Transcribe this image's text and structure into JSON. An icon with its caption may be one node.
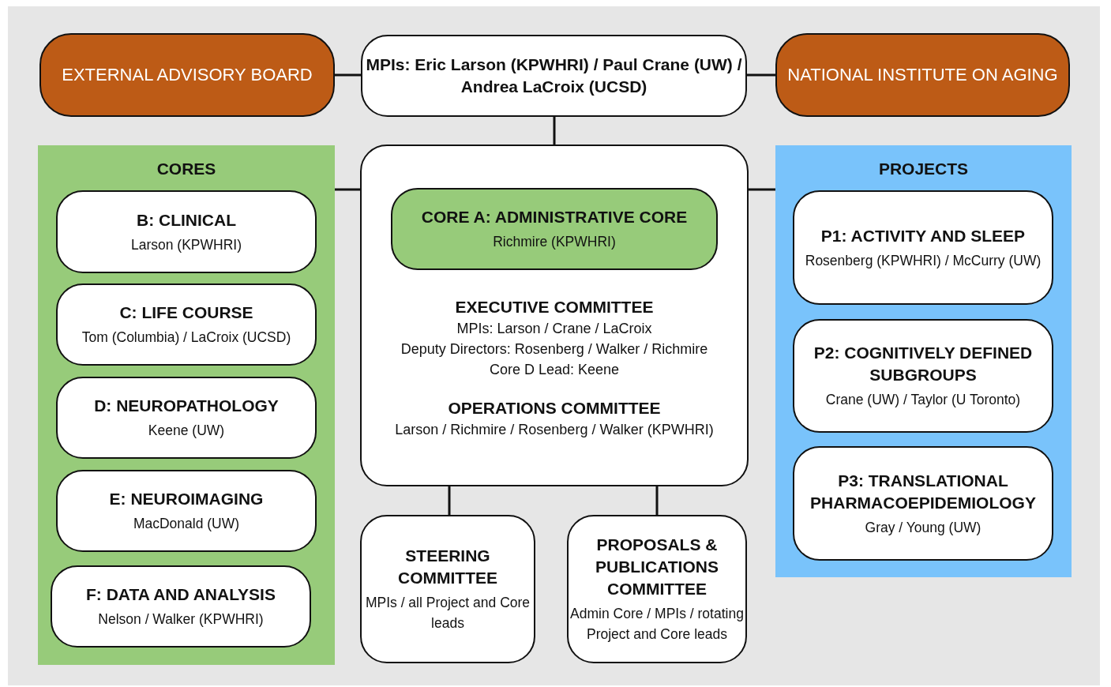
{
  "diagram": {
    "nodes": [
      {
        "text": [
          "EXTERNAL ADVISORY BOARD"
        ]
      },
      {
        "text": [
          "MPIs: Eric Larson (KPWHRI) / Paul Crane (UW) / Andrea LaCroix (UCSD)"
        ]
      },
      {
        "text": [
          "NATIONAL INSTITUTE ON AGING"
        ]
      },
      {
        "text": [
          "CORES"
        ]
      },
      {
        "text": [
          "B: CLINICAL",
          "Larson (KPWHRI)"
        ],
        "in": 3
      },
      {
        "text": [
          "C: LIFE COURSE",
          "Tom (Columbia) / LaCroix (UCSD)"
        ],
        "in": 3
      },
      {
        "text": [
          "D: NEUROPATHOLOGY",
          "Keene (UW)"
        ],
        "in": 3
      },
      {
        "text": [
          "E: NEUROIMAGING",
          "MacDonald (UW)"
        ],
        "in": 3
      },
      {
        "text": [
          "F: DATA  AND ANALYSIS",
          "Nelson / Walker (KPWHRI)"
        ],
        "in": 3
      },
      {
        "text": [
          "EXECUTIVE COMMITTEE",
          "MPIs: Larson / Crane / LaCroix",
          "Deputy Directors: Rosenberg / Walker / Richmire",
          "Core D Lead: Keene",
          "OPERATIONS COMMITTEE",
          "Larson / Richmire / Rosenberg / Walker (KPWHRI)"
        ]
      },
      {
        "text": [
          "CORE A: ADMINISTRATIVE CORE",
          "Richmire (KPWHRI)"
        ],
        "in": 9
      },
      {
        "text": [
          "PROJECTS"
        ]
      },
      {
        "text": [
          "P1: ACTIVITY AND SLEEP",
          "Rosenberg (KPWHRI) / McCurry (UW)"
        ],
        "in": 11
      },
      {
        "text": [
          "P2: COGNITIVELY DEFINED SUBGROUPS",
          "Crane (UW) / Taylor (U Toronto)"
        ],
        "in": 11
      },
      {
        "text": [
          "P3: TRANSLATIONAL PHARMACOEPIDEMIOLOGY",
          "Gray / Young (UW)"
        ],
        "in": 11
      },
      {
        "text": [
          "STEERING COMMITTEE",
          "MPIs / all Project and Core leads"
        ]
      },
      {
        "text": [
          "PROPOSALS & PUBLICATIONS COMMITTEE",
          "Admin Core / MPIs / rotating Project and Core leads"
        ]
      }
    ],
    "edges": [
      {
        "from": 0,
        "to": 1,
        "arrow": "none"
      },
      {
        "from": 1,
        "to": 2,
        "arrow": "none"
      },
      {
        "from": 1,
        "to": 9,
        "arrow": "none"
      },
      {
        "from": 3,
        "to": 9,
        "arrow": "none"
      },
      {
        "from": 9,
        "to": 11,
        "arrow": "none"
      },
      {
        "from": 9,
        "to": 15,
        "arrow": "none"
      },
      {
        "from": 9,
        "to": 16,
        "arrow": "none"
      }
    ]
  }
}
